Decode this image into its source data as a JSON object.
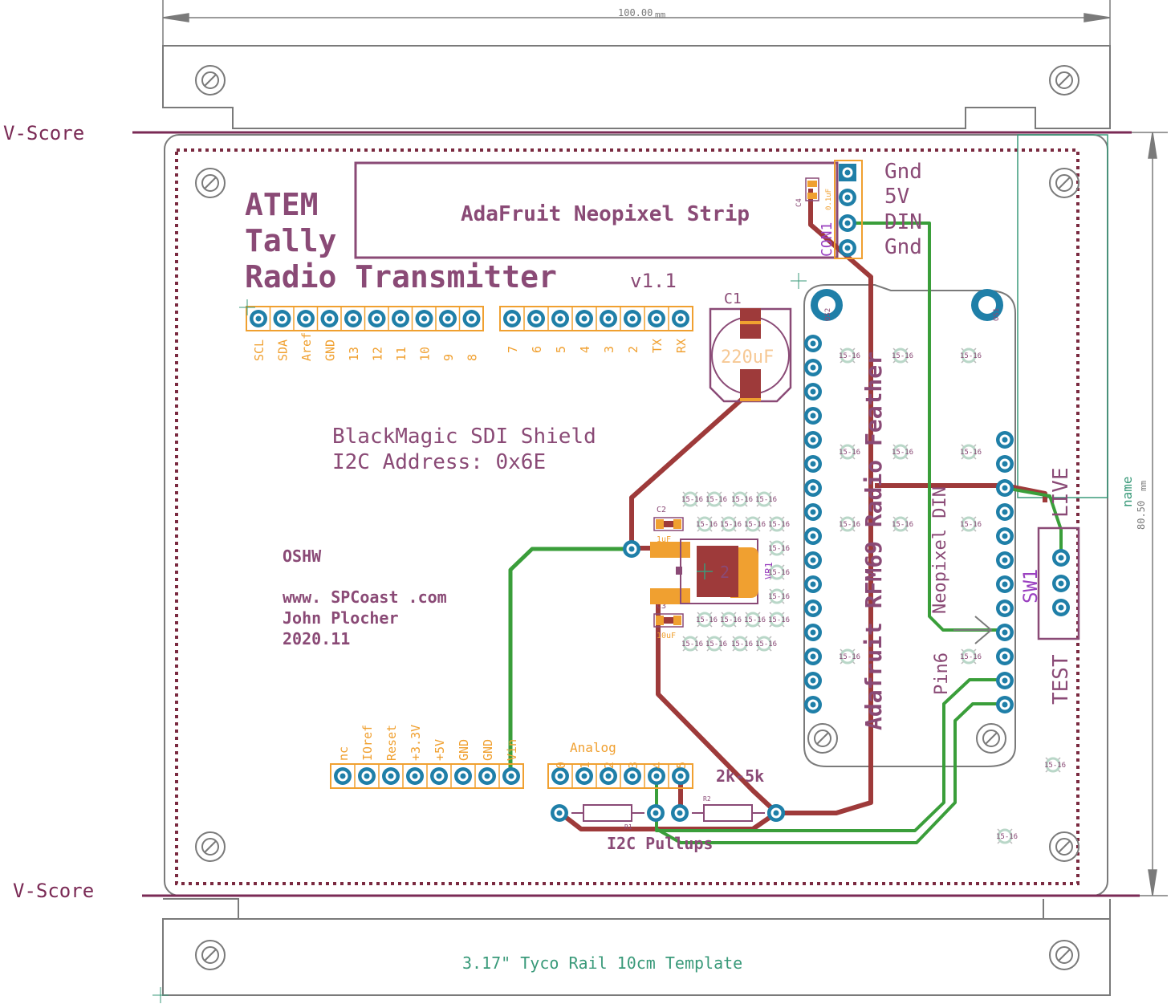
{
  "colors": {
    "outline": "#7a7a7a",
    "silk": "#8a4a76",
    "pad": "#f0a030",
    "via": "#1f7fa8",
    "trace_top": "#9e3a3a",
    "trace_bottom": "#3a9e3a",
    "dimension": "#3a9a7a",
    "vscore": "#7a2a55",
    "white": "#ffffff"
  },
  "dimensions": {
    "width_label": "100.00",
    "width_unit": "mm",
    "height_label": "80.50",
    "height_unit": "mm",
    "name_label": "name"
  },
  "vscore": {
    "top_label": "V-Score",
    "bottom_label": "V-Score"
  },
  "title": {
    "line1": "ATEM",
    "line2": "Tally",
    "line3": "Radio Transmitter",
    "version": "v1.1"
  },
  "neopixel": {
    "label": "AdaFruit Neopixel Strip",
    "connector": "CON1",
    "pins": [
      "Gnd",
      "5V",
      "DIN",
      "Gnd"
    ],
    "cap_ref": "C4",
    "cap_val": "0.1uF"
  },
  "header_digital_a": {
    "pins": [
      "SCL",
      "SDA",
      "Aref",
      "GND",
      "13",
      "12",
      "11",
      "10",
      "9",
      "8"
    ]
  },
  "header_digital_b": {
    "pins": [
      "7",
      "6",
      "5",
      "4",
      "3",
      "2",
      "TX",
      "RX"
    ]
  },
  "header_power": {
    "pins": [
      "nc",
      "IOref",
      "Reset",
      "+3.3V",
      "+5V",
      "GND",
      "GND",
      "Vin"
    ]
  },
  "header_analog": {
    "label": "Analog",
    "pins": [
      "0",
      "1",
      "2",
      "3",
      "4",
      "5"
    ]
  },
  "capacitor_c1": {
    "ref": "C1",
    "value": "220uF"
  },
  "capacitor_c2": {
    "ref": "C2",
    "value": "1uF"
  },
  "capacitor_c3": {
    "ref": "C3",
    "value": "10uF"
  },
  "regulator": {
    "ref": "VR1",
    "pin": "2"
  },
  "shield": {
    "line1": "BlackMagic SDI Shield",
    "line2": "I2C Address: 0x6E"
  },
  "credits": {
    "oshw": "OSHW",
    "site": "www. SPCoast .com",
    "author": "John Plocher",
    "date": "2020.11"
  },
  "feather": {
    "label": "Adafruit RFM69 Radio Feather",
    "neopixel_din": "Neopixel DIN",
    "pin6": "Pin6",
    "mount_a": "OS2",
    "mount_b": "OS1"
  },
  "switch": {
    "ref": "SW1",
    "top": "LIVE",
    "bottom": "TEST"
  },
  "pullups": {
    "value": "2k-5k",
    "label": "I2C Pullups",
    "r1": "R1",
    "r2": "R2"
  },
  "via_label": "15-16",
  "rail_template": "3.17\" Tyco Rail 10cm Template"
}
